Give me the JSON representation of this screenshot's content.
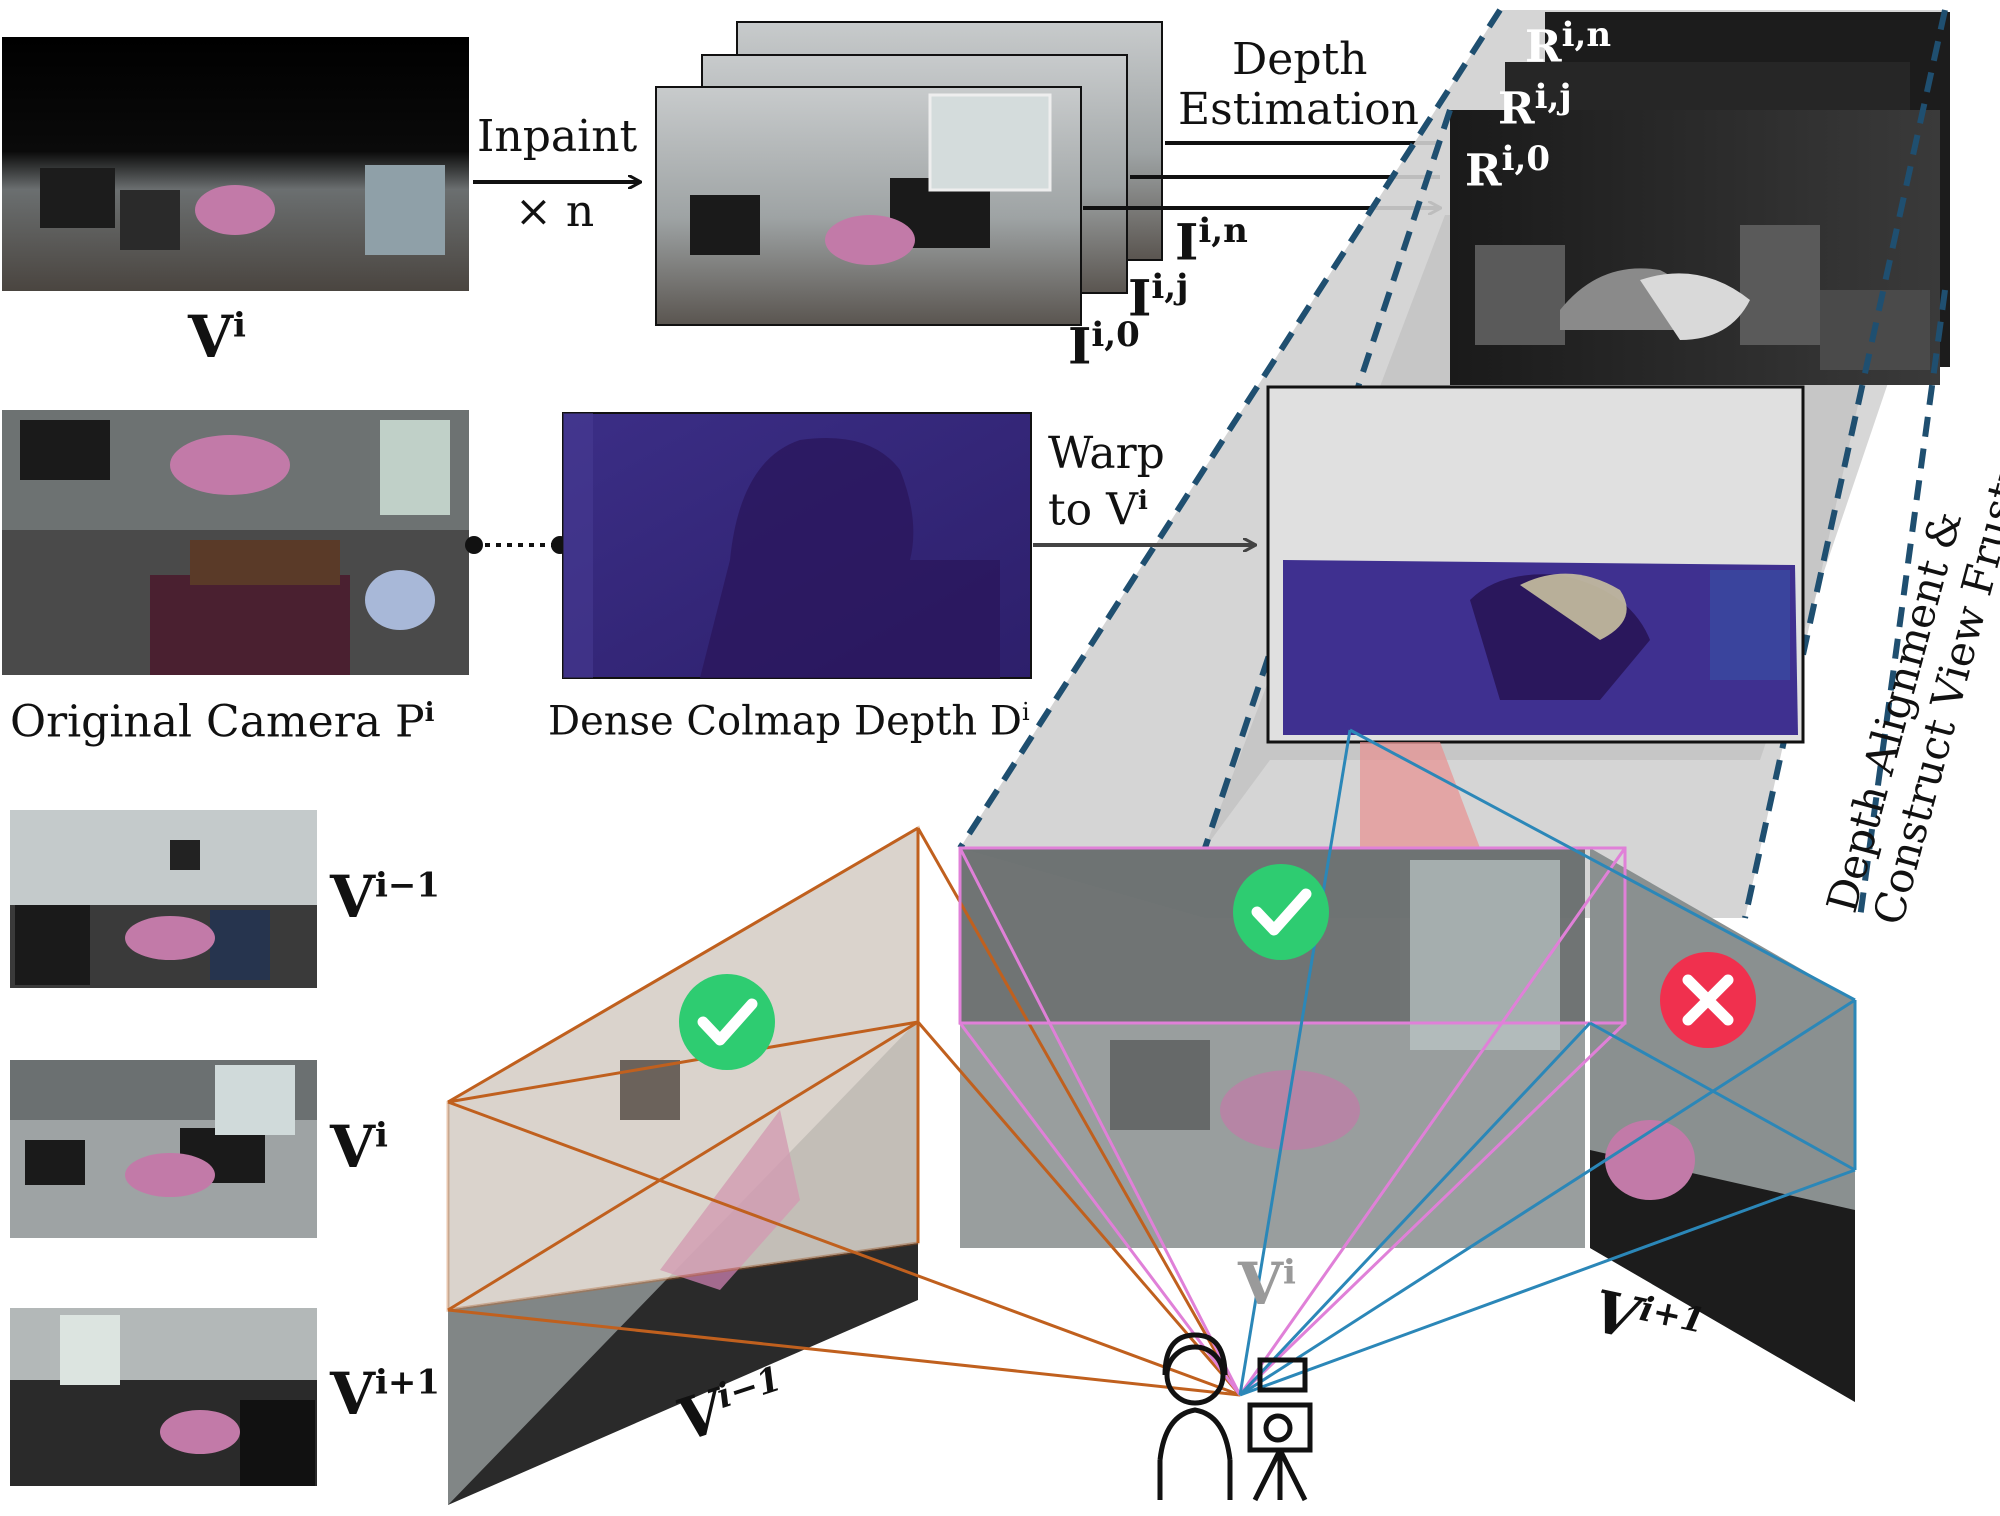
{
  "labels": {
    "inpaint": "Inpaint",
    "times_n": "× n",
    "depth_estimation_line1": "Depth",
    "depth_estimation_line2": "Estimation",
    "warp_line1": "Warp",
    "warp_line2": "to V",
    "warp_sup": "i",
    "original_camera": "Original Camera P",
    "original_camera_sup": "i",
    "dense_colmap": "Dense Colmap Depth D",
    "dense_colmap_sup": "i",
    "depth_alignment_line1": "Depth Alignment &",
    "depth_alignment_line2": "Construct View Frustums"
  },
  "symbols": {
    "V": "V",
    "I": "I",
    "R": "R",
    "sup_i": "i",
    "sup_im1": "i−1",
    "sup_ip1": "i+1",
    "sup_i0": "i,0",
    "sup_ij": "i,j",
    "sup_in": "i,n"
  },
  "status": {
    "check_color": "#2ecc71",
    "cross_color": "#f0304e"
  },
  "colors": {
    "frustum_left": "#c0601e",
    "frustum_center": "#e080d8",
    "frustum_right": "#2b87b8",
    "dash": "#1f4f70",
    "depth_map": "#3a2a7a"
  }
}
